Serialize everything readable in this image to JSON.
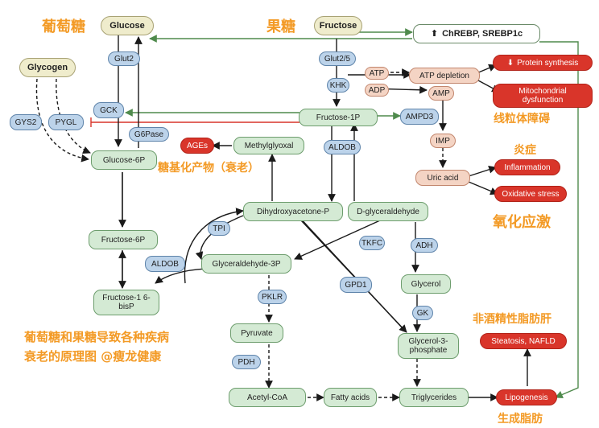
{
  "captions": {
    "glucose_cn": "葡萄糖",
    "fructose_cn": "果糖",
    "mito_cn": "线粒体障碍",
    "inflam_cn": "炎症",
    "age_cn": "糖基化产物（衰老）",
    "oxid_cn": "氧化应激",
    "nafld_cn": "非酒精性脂肪肝",
    "lipo_cn": "生成脂肪",
    "title_line1": "葡萄糖和果糖导致各种疾病",
    "title_line2": "衰老的原理图 @瘦龙健康"
  },
  "nodes": {
    "glucose": "Glucose",
    "fructose": "Fructose",
    "chrebp": "ChREBP, SREBP1c",
    "chrebp_arrow": "⬆",
    "glut2": "Glut2",
    "glut25": "Glut2/5",
    "glycogen": "Glycogen",
    "gck": "GCK",
    "khk": "KHK",
    "atp": "ATP",
    "adp": "ADP",
    "atp_depletion": "ATP depletion",
    "amp": "AMP",
    "protein_synthesis": "Protein synthesis",
    "protein_arrow": "⬇",
    "mito_dysfunction": "Mitochondrial dysfunction",
    "gys2": "GYS2",
    "pygl": "PYGL",
    "fructose_1p": "Fructose-1P",
    "ampd3": "AMPD3",
    "g6pase": "G6Pase",
    "glucose_6p": "Glucose-6P",
    "ages": "AGEs",
    "methylglyoxal": "Methylglyoxal",
    "aldob_top": "ALDOB",
    "imp": "IMP",
    "uric_acid": "Uric acid",
    "inflammation": "Inflammation",
    "oxidative_stress": "Oxidative stress",
    "dhap": "Dihydroxyacetone-P",
    "d_glyceraldehyde": "D-glyceraldehyde",
    "tpi": "TPI",
    "fructose_6p": "Fructose-6P",
    "tkfc": "TKFC",
    "adh": "ADH",
    "aldob_left": "ALDOB",
    "glyceraldehyde_3p": "Glyceraldehyde-3P",
    "gpd1": "GPD1",
    "glycerol": "Glycerol",
    "fructose_16bisp": "Fructose-1 6-bisP",
    "pklr": "PKLR",
    "gk": "GK",
    "pyruvate": "Pyruvate",
    "glycerol_3p": "Glycerol-3- phosphate",
    "steatosis": "Steatosis, NAFLD",
    "pdh": "PDH",
    "acetyl_coa": "Acetyl-CoA",
    "fatty_acids": "Fatty acids",
    "triglycerides": "Triglycerides",
    "lipogenesis": "Lipogenesis"
  }
}
